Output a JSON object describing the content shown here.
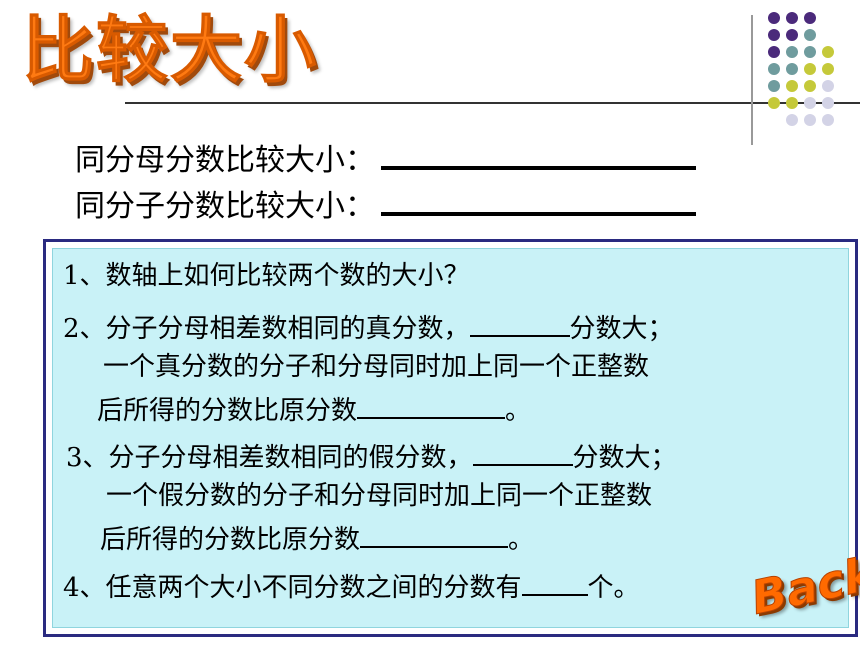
{
  "title": "比较大小",
  "fill_lines": [
    {
      "label": "同分母分数比较大小："
    },
    {
      "label": "同分子分数比较大小："
    }
  ],
  "questions": {
    "q1": "1、数轴上如何比较两个数的大小？",
    "q2_line1_a": "2、分子分母相差数相同的真分数，",
    "q2_line1_b": "分数大；",
    "q2_line2": "一个真分数的分子和分母同时加上同一个正整数",
    "q2_line3_a": "后所得的分数比原分数",
    "q2_line3_b": "。",
    "q3_line1_a": "3、分子分母相差数相同的假分数，",
    "q3_line1_b": "分数大；",
    "q3_line2": "一个假分数的分子和分母同时加上同一个正整数",
    "q3_line3_a": "后所得的分数比原分数",
    "q3_line3_b": "。",
    "q4_a": "4、任意两个大小不同分数之间的分数有",
    "q4_b": "个。"
  },
  "back_button": "Back",
  "colors": {
    "title": "#ff7a12",
    "panel_bg": "#c9f2f7",
    "panel_border": "#2a2a80",
    "dot_purple": "#4b2a7b",
    "dot_teal": "#6f9c9e",
    "dot_olive": "#c5c93a",
    "dot_gray": "#d3d3e6"
  }
}
